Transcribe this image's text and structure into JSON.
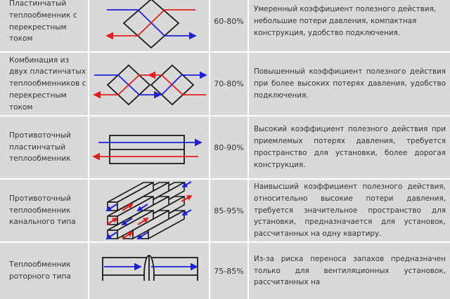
{
  "colors": {
    "cell_bg": "#d9d9d9",
    "cold_flow": "#1f1fd6",
    "hot_flow": "#e02020",
    "outline": "#1a1a1a"
  },
  "rows": [
    {
      "name": "Пластинчатый теплообменник с перекрестным током",
      "efficiency": "60-80%",
      "description": "Умеренный коэффициент полезного действия, небольшие потери давления, компактная конструкция, удобство подключения.",
      "diagram": "cross-flow-plate"
    },
    {
      "name": "Комбинация из двух пластинчатых теплообменников с перекрестным током",
      "efficiency": "70-80%",
      "description": "Повышенный коэффициент полезного действия при более высоких потерях давления, удобство подключения.",
      "diagram": "double-cross-flow-plate"
    },
    {
      "name": "Противоточный пластинчатый теплообменник",
      "efficiency": "80-90%",
      "description": "Высокий коэффициент полезного действия при приемлемых потерях давления, требуется пространство для установки, более дорогая конструкция.",
      "diagram": "counter-flow-plate"
    },
    {
      "name": "Противоточный теплообменник канального типа",
      "efficiency": "85-95%",
      "description": "Наивысший коэффициент полезного действия, относительно высокие потери давления, требуется значительное пространство для установки, предназначается для установок, рассчитанных на одну квартиру.",
      "diagram": "channel-counter-flow"
    },
    {
      "name": "Теплообменник роторного типа",
      "efficiency": "75-85%",
      "description": "Из-за риска переноса запахов предназначен только для вентиляционных установок, рассчитанных на",
      "diagram": "rotary"
    }
  ]
}
